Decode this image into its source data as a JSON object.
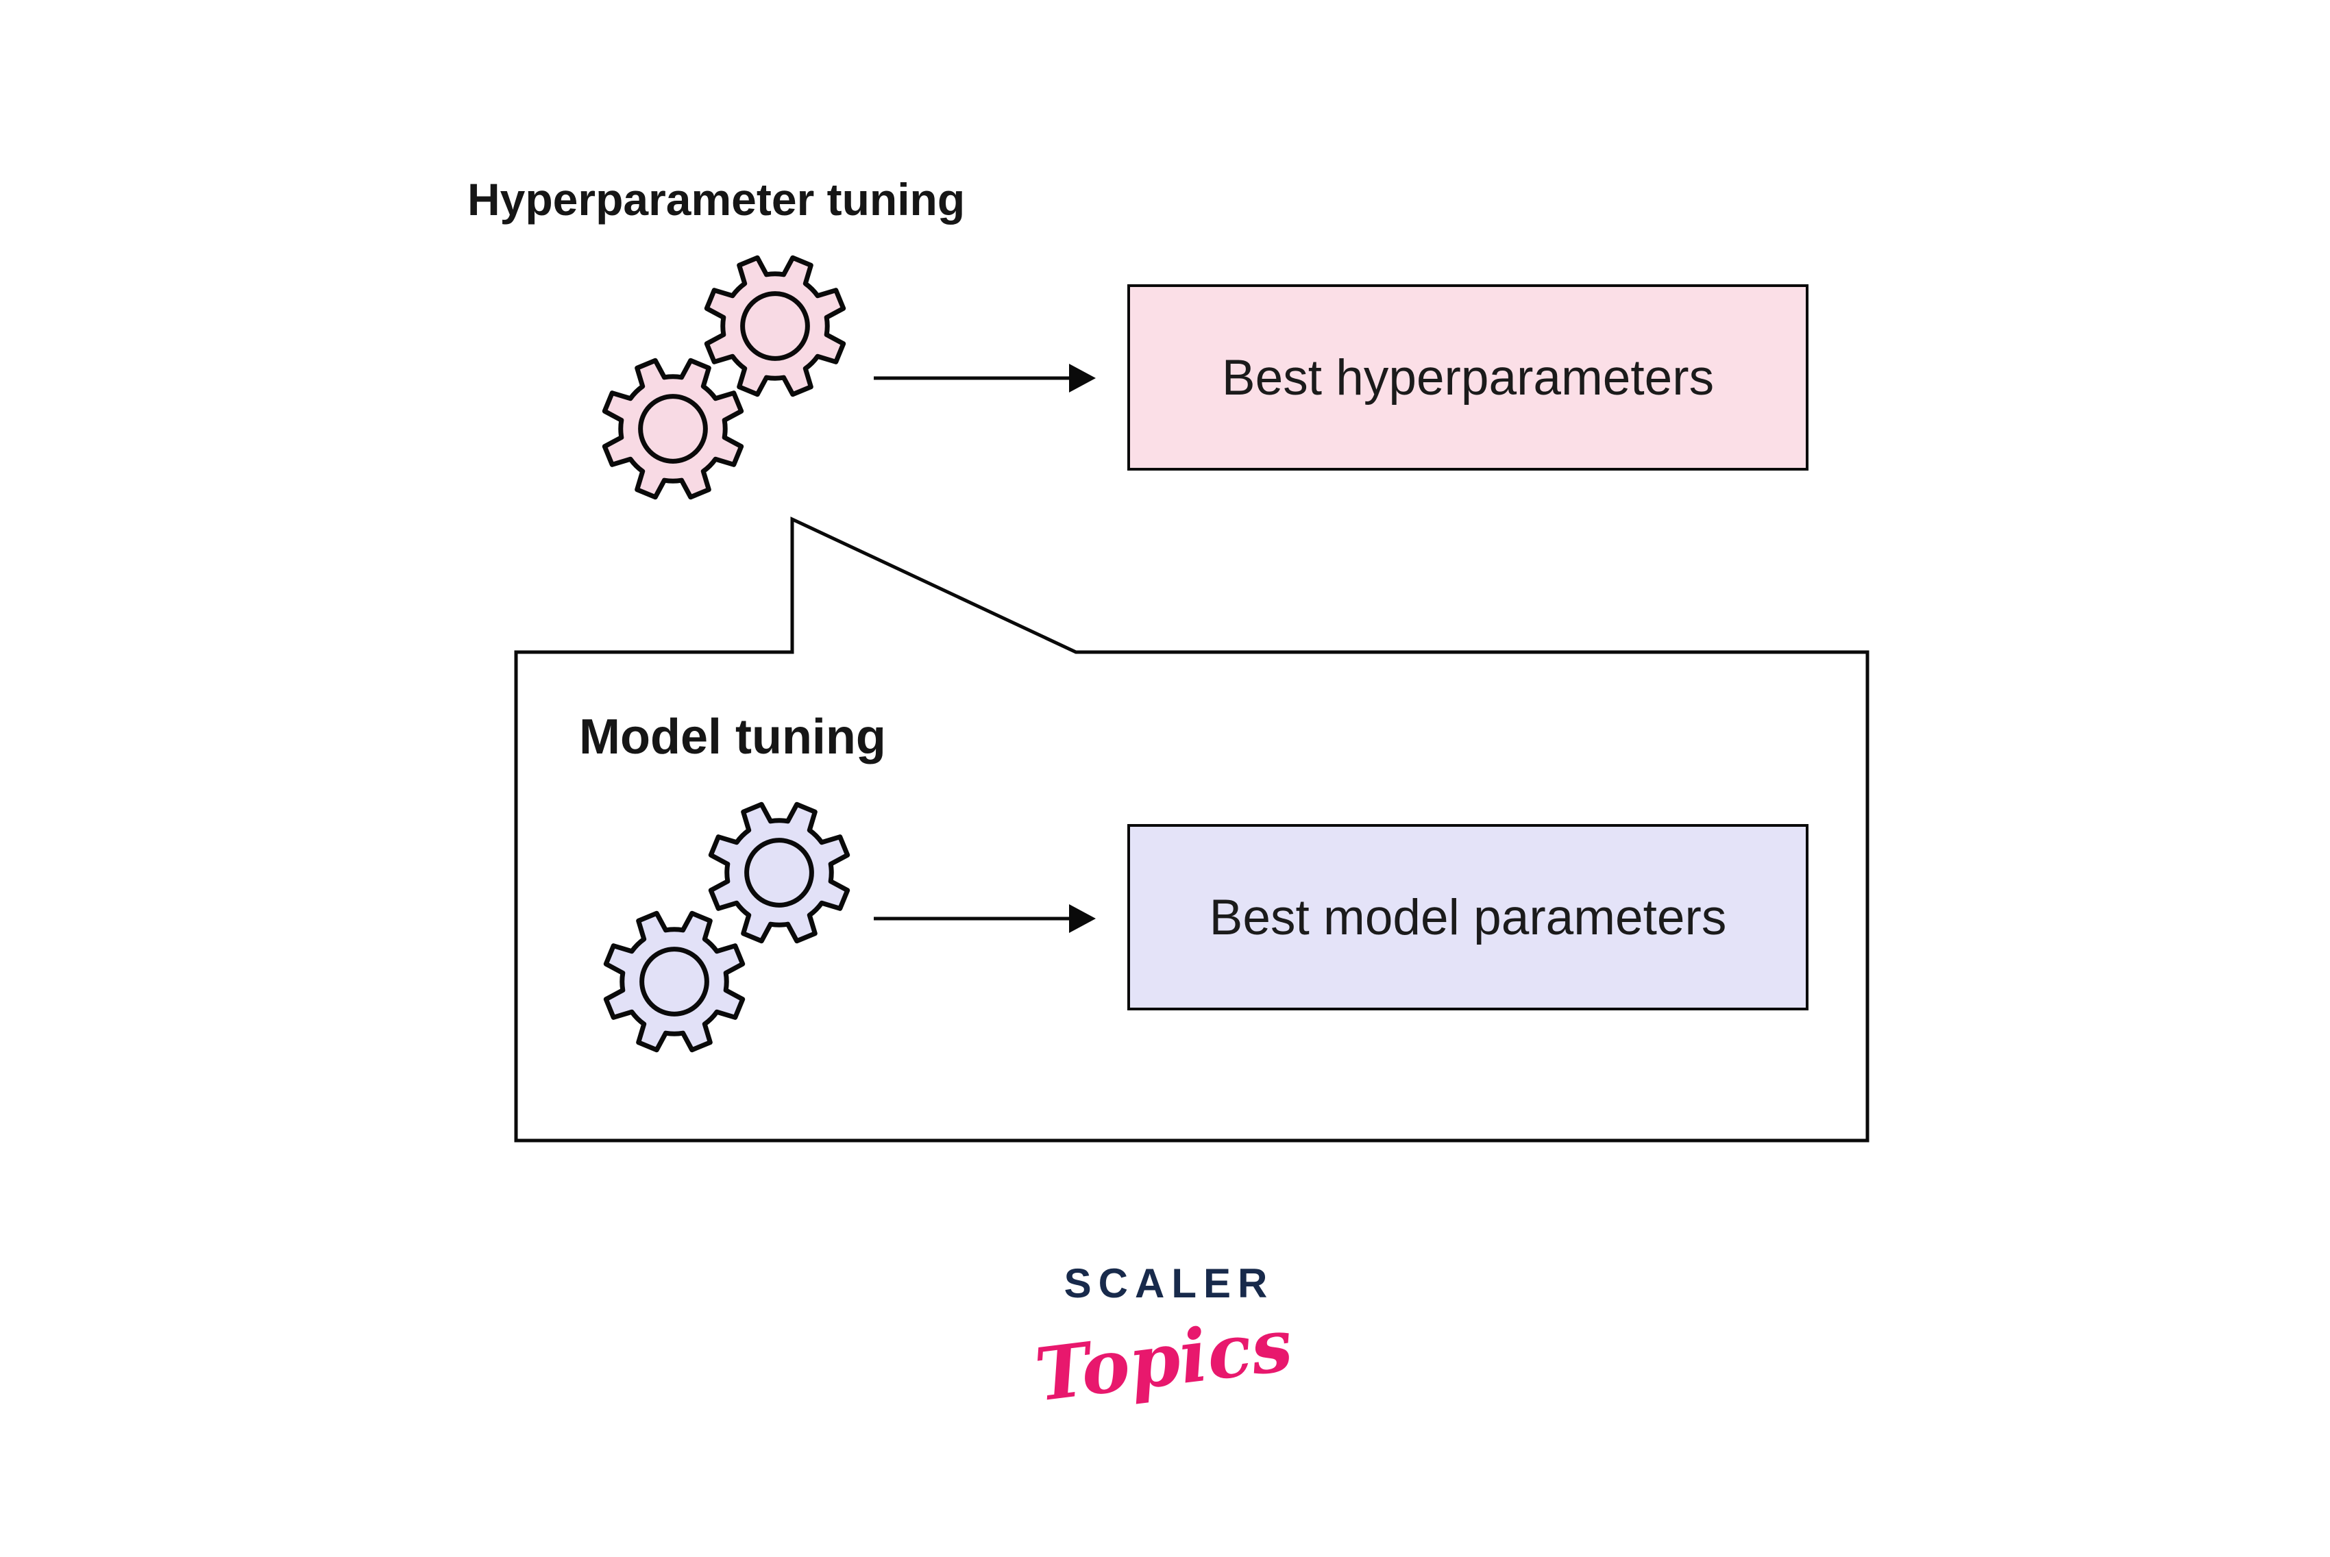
{
  "page": {
    "background": "#ffffff",
    "line_color": "#0a0a0a"
  },
  "hyperparameter_flow": {
    "title": "Hyperparameter tuning",
    "gear_icon": "gear-icon",
    "gear_fill": "#F8DAE4",
    "result_box": {
      "label": "Best hyperparameters",
      "fill": "#FBDFE7",
      "border_color": "#0a0a0a"
    }
  },
  "model_flow": {
    "title": "Model tuning",
    "gear_icon": "gear-icon",
    "gear_fill": "#E2E1F7",
    "result_box": {
      "label": "Best model parameters",
      "fill": "#E4E3F8",
      "border_color": "#0a0a0a"
    }
  },
  "icons": {
    "gears": "gear-icon",
    "arrow": "arrow-right-icon",
    "callout": "zoom-callout-shape"
  },
  "logo": {
    "brand": "SCALER",
    "subbrand": "Topics",
    "brand_color": "#182A4B",
    "subbrand_color": "#E8186D"
  }
}
